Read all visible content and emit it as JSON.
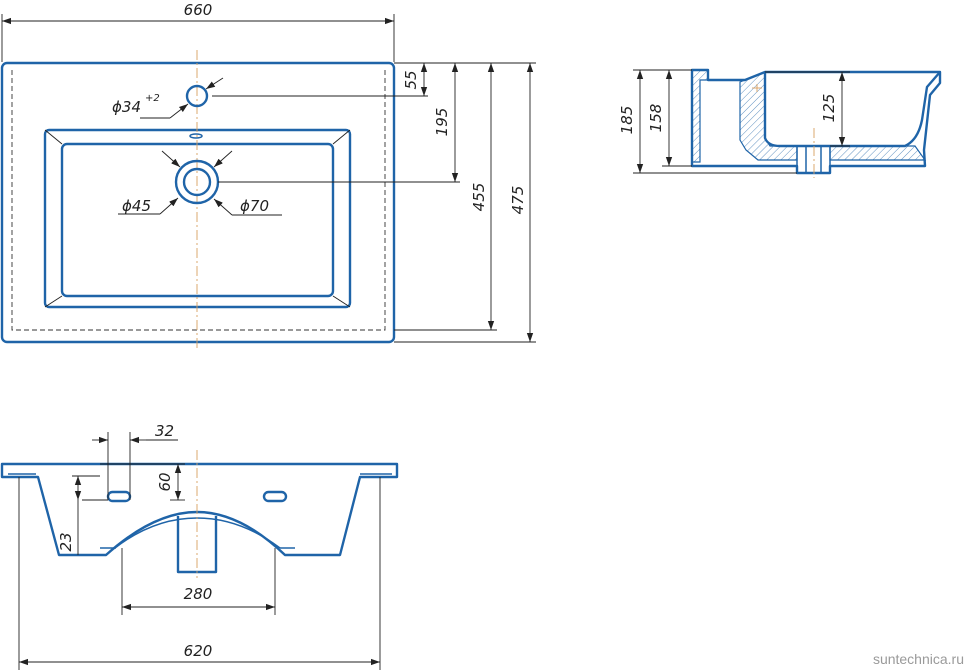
{
  "dimensions": {
    "overall_width": "660",
    "overall_depth": "475",
    "bowl_depth_line": "455",
    "drain_offset": "195",
    "tap_hole_offset": "55",
    "tap_hole_diameter": "ϕ34",
    "tap_hole_tolerance": "+2",
    "drain_diameter": "ϕ45",
    "drain_outer_diameter": "ϕ70",
    "overall_height": "185",
    "side_height": "158",
    "bowl_height": "125",
    "slot_width": "32",
    "slot_height": "60",
    "side_offset": "23",
    "bracket_spacing": "280",
    "bottom_width": "620"
  },
  "watermark": "suntechnica.ru",
  "colors": {
    "outline": "#1f64a8",
    "dimension": "#222222",
    "centerline": "#d8a060"
  }
}
